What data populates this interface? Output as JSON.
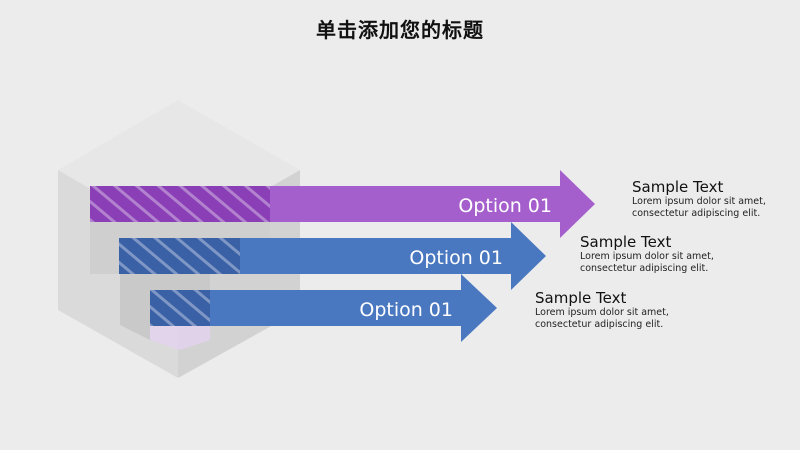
{
  "slide": {
    "title": "单击添加您的标题"
  },
  "colors": {
    "purple": "#a55fcc",
    "blue": "#4a78c0",
    "cube_front": "#dcdcdc",
    "cube_top": "#e6e6e6"
  },
  "items": [
    {
      "option": "Option 01",
      "heading": "Sample Text",
      "line1": "Lorem ipsum dolor sit amet,",
      "line2": "consectetur adipiscing elit.",
      "color": "#a55fcc"
    },
    {
      "option": "Option 01",
      "heading": "Sample Text",
      "line1": "Lorem ipsum dolor sit amet,",
      "line2": "consectetur adipiscing elit.",
      "color": "#4a78c0"
    },
    {
      "option": "Option 01",
      "heading": "Sample Text",
      "line1": "Lorem ipsum dolor sit amet,",
      "line2": "consectetur adipiscing elit.",
      "color": "#4a78c0"
    }
  ]
}
